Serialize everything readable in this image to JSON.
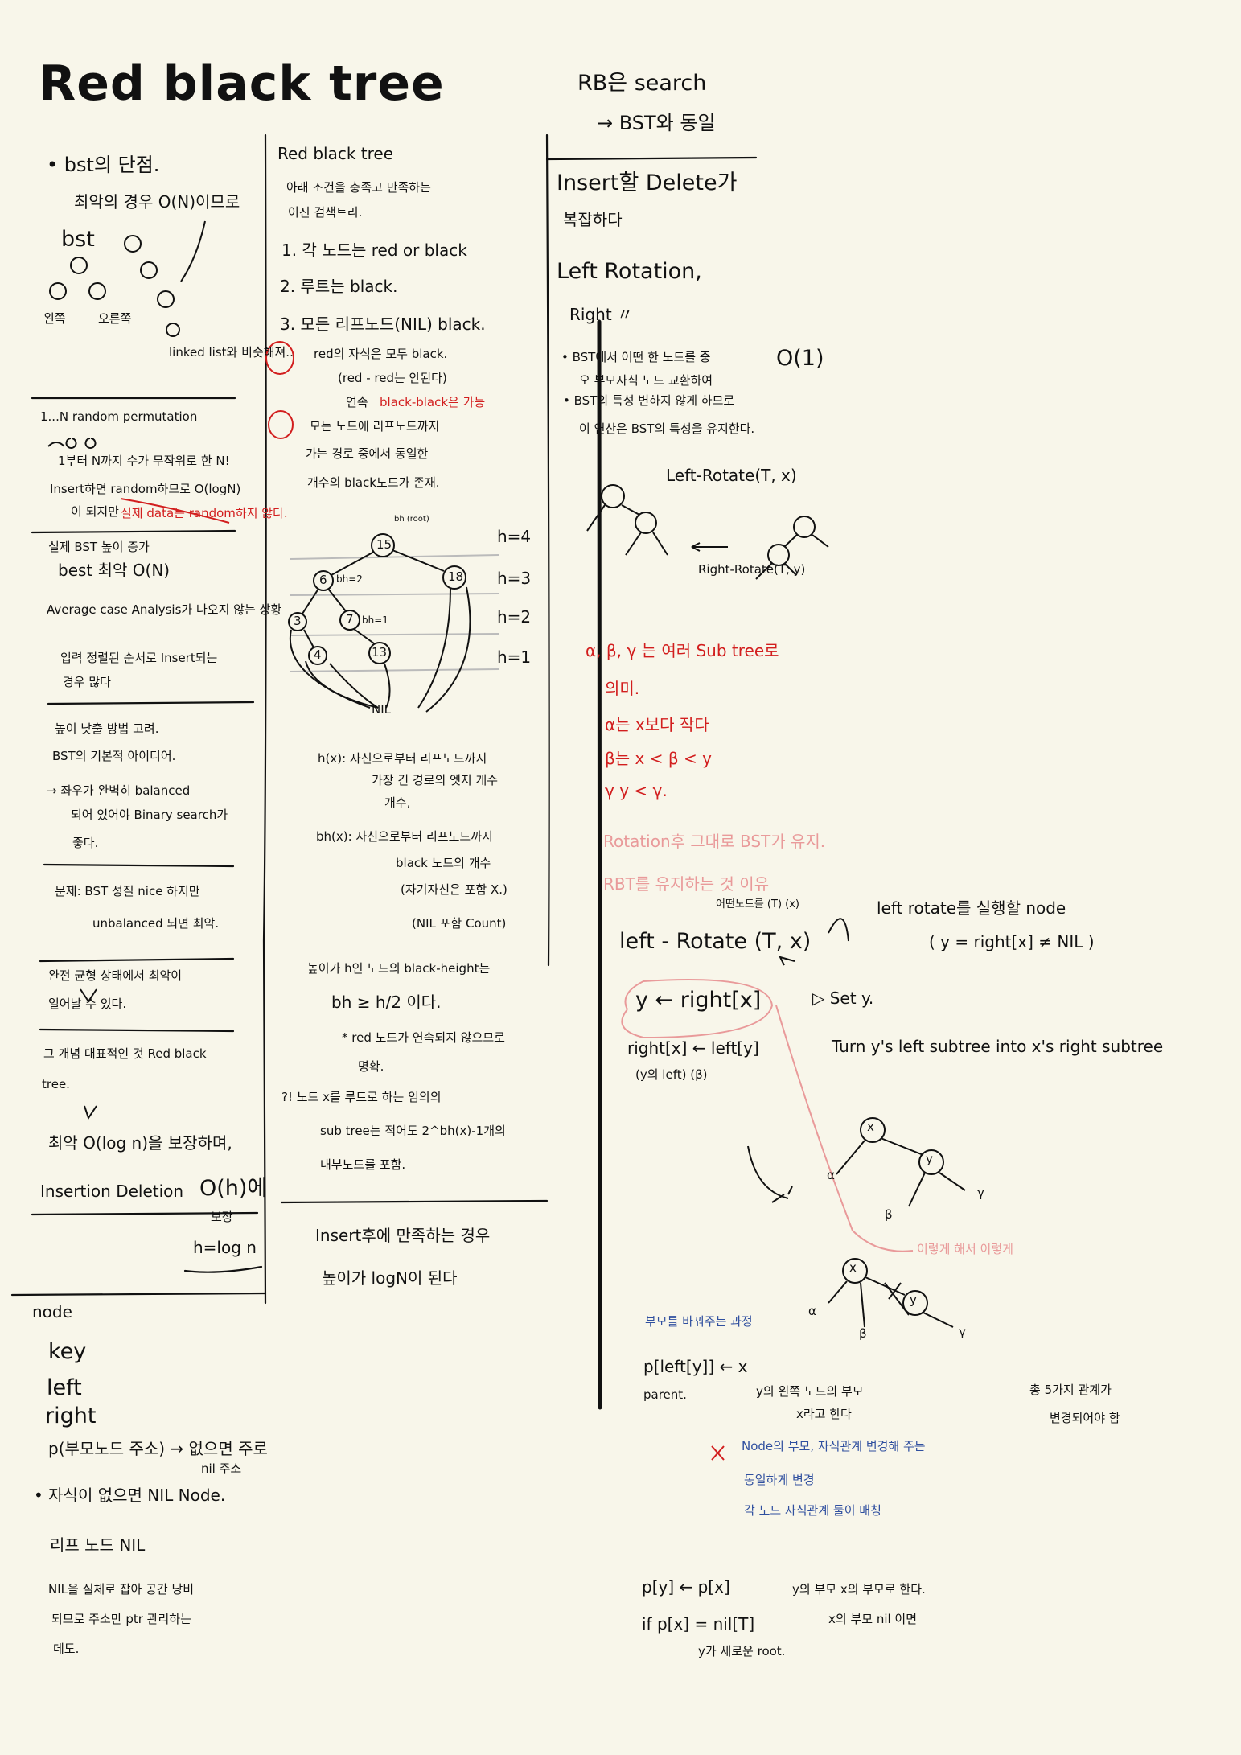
{
  "title": "Red black tree",
  "rb_search": {
    "heading": "RB은 search",
    "note": "→ BST와 동일"
  },
  "col1": {
    "bst_header": "• bst의 단점.",
    "bst_worst": "최악의 경우 O(N)이므로",
    "bst_label": "bst",
    "tree_left": "왼쪽",
    "tree_right": "오른쪽",
    "linked_list_note": "linked list와 비슷해져..",
    "random_1": "1...N random permutation",
    "random_2": "1부터 N까지 수가 무작위로 한 N!",
    "random_3": "Insert하면 random하므로 O(logN)",
    "random_4": "이 되지만",
    "random_red": "실제 data는 random하지 않다.",
    "bst_height": "실제 BST 높이 증가",
    "worst_case": "best 최악 O(N)",
    "avg_case": "Average case Analysis가 나오지 않는 상황",
    "avg_2": "입력 정렬된 순서로 Insert되는",
    "avg_3": "경우 많다",
    "balance_1": "높이 낮출 방법 고려.",
    "balance_2": "BST의 기본적 아이디어.",
    "balance_3": "→ 좌우가 완벽히 balanced",
    "balance_4": "되어 있어야 Binary search가",
    "balance_5": "좋다.",
    "problem_1": "문제: BST 성질 nice 하지만",
    "problem_2": "unbalanced 되면 최악.",
    "worst_1": "완전 균형 상태에서 최악이",
    "worst_2": "일어날 수 있다.",
    "rbt_1": "그 개념 대표적인 것 Red black",
    "rbt_2": "tree.",
    "olog_1": "최악 O(log n)을 보장하며,",
    "insert_del": "Insertion Deletion",
    "o1": "O(h)에",
    "bound": "보장",
    "h_eq": "h=log n",
    "node": "node",
    "key": "key",
    "left": "left",
    "right": "right",
    "parent": "p(부모노드 주소) → 없으면 주로",
    "parent_2": "nil 주소",
    "nil_child": "• 자식이 없으면 NIL Node.",
    "leaf_nil": "리프 노드 NIL",
    "nil_note_1": "NIL을 실체로 잡아 공간 낭비",
    "nil_note_2": "되므로 주소만 ptr 관리하는",
    "nil_note_3": "데도."
  },
  "col2": {
    "heading": "Red black tree",
    "intro_1": "아래 조건을 충족고 만족하는",
    "intro_2": "이진 검색트리.",
    "rule1": "1. 각 노드는 red or black",
    "rule2": "2. 루트는 black.",
    "rule3": "3. 모든 리프노드(NIL) black.",
    "rule4_a": "red의 자식은 모두 black.",
    "rule4_b": "(red - red는 안된다)",
    "rule4_c": "연속",
    "rule4_red": "black-black은 가능",
    "rule5_a": "모든 노드에 리프노드까지",
    "rule5_b": "가는 경로 중에서 동일한",
    "rule5_c": "개수의 black노드가 존재.",
    "h_labels": [
      "h=4",
      "h=3",
      "h=2",
      "h=1"
    ],
    "bh_tiny": "bh (root)",
    "bh2": "bh=2",
    "bh1": "bh=1",
    "nil_label": "NIL",
    "nodes": [
      "15",
      "6",
      "18",
      "3",
      "7",
      "4",
      "13"
    ],
    "hx_1": "h(x): 자신으로부터 리프노드까지",
    "hx_2": "가장 긴 경로의 엣지 개수",
    "hx_3": "개수,",
    "bhx_1": "bh(x): 자신으로부터 리프노드까지",
    "bhx_2": "black 노드의 개수",
    "bhx_3": "(자기자신은 포함 X.)",
    "bhx_4": "(NIL 포함 Count)",
    "height_1": "높이가 h인 노드의 black-height는",
    "height_2": "bh ≥ h/2 이다.",
    "height_3": "* red 노드가 연속되지 않으므로",
    "height_4": "명확.",
    "sub_1": "?! 노드 x를 루트로 하는 임의의",
    "sub_2": "sub tree는 적어도 2^bh(x)-1개의",
    "sub_3": "내부노드를 포함.",
    "concl_1": "Insert후에 만족하는 경우",
    "concl_2": "높이가 logN이 된다"
  },
  "col3": {
    "heading_1": "Insert할 Delete가",
    "heading_2": "복잡하다",
    "left_rot": "Left Rotation,",
    "right_rot": "Right   〃",
    "bullet_1": "• BST에서 어떤 한 노드를 중",
    "bullet_1b": "O(1)",
    "bullet_2": "오 부모자식 노드 교환하여",
    "bullet_3": "• BST의 특성 변하지 않게 하므로",
    "bullet_4": "이 연산은 BST의 특성을 유지한다.",
    "left_rotate_call": "Left-Rotate(T, x)",
    "right_rotate_call": "Right-Rotate(T, y)",
    "alpha_beta_1": "α, β, γ 는 여러 Sub tree로",
    "alpha_beta_2": "의미.",
    "ineq_1": "α는 x보다 작다",
    "ineq_2": "β는 x < β < y",
    "ineq_3": "γ   y < γ.",
    "pink_1": "Rotation후 그대로 BST가 유지.",
    "pink_2": "RBT를 유지하는 것 이유",
    "lr_over": "어떤노드를 (T) (x)",
    "left_rotate_sig": "left - Rotate (T, x)",
    "lr_note": "left rotate를 실행할 node",
    "lr_cond": "( y = right[x] ≠ NIL )",
    "set_y_code": "y ← right[x]",
    "set_y_comment": "▷ Set y.",
    "right_x": "right[x] ← left[y]",
    "right_x_sub": "(y의 left)  (β)",
    "turn": "Turn y's left subtree into x's right subtree",
    "diag_labels": [
      "x",
      "y",
      "α",
      "β",
      "γ"
    ],
    "pink_note": "이렇게 해서 이렇게",
    "blue_1": "부모를 바꿔주는 과정",
    "parent_code": "p[left[y]] ← x",
    "parent_word": "parent.",
    "y_note_1": "y의 왼쪽 노드의 부모",
    "y_note_2": "x라고 한다",
    "right_note_1": "총 5가지 관계가",
    "right_note_2": "변경되어야 함",
    "blue_2": "Node의 부모, 자식관계 변경해 주는",
    "blue_3": "동일하게 변경",
    "blue_4": "각 노드 자식관계 둘이 매칭",
    "p_code": "p[y] ← p[x]",
    "p_comment": "y의 부모 x의 부모로 한다.",
    "if_code": "if p[x] = nil[T]",
    "if_comment": "x의 부모 nil 이면",
    "if_sub": "y가 새로운 root."
  }
}
